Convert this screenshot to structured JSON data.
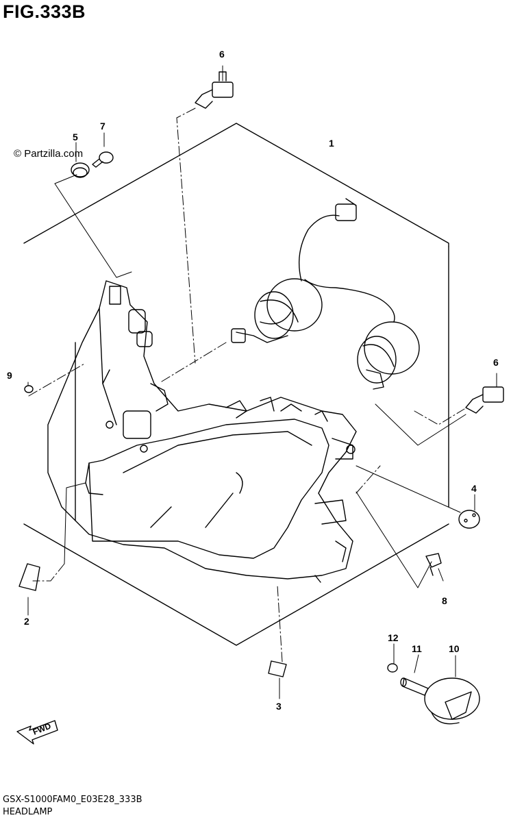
{
  "figure": {
    "title": "FIG.333B",
    "watermark": "© Partzilla.com",
    "code": "GSX-S1000FAM0_E03E28_333B",
    "name": "HEADLAMP",
    "fwd_label": "FWD"
  },
  "callouts": [
    "1",
    "2",
    "3",
    "4",
    "5",
    "6",
    "6",
    "7",
    "8",
    "9",
    "10",
    "11",
    "12"
  ]
}
